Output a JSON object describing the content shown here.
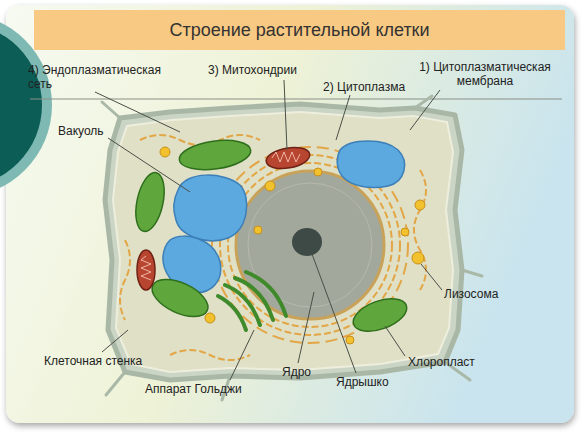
{
  "diagram": {
    "title": "Строение растительной клетки",
    "labels": [
      "4) Эндоплазматическая сеть",
      "3) Митохондрии",
      "2) Цитоплазма",
      "1) Цитоплазматическая мембрана",
      "Вакуоль",
      "Лизосома",
      "Хлоропласт",
      "Ядрышко",
      "Ядро",
      "Аппарат Гольджи",
      "Клеточная стенка"
    ]
  }
}
